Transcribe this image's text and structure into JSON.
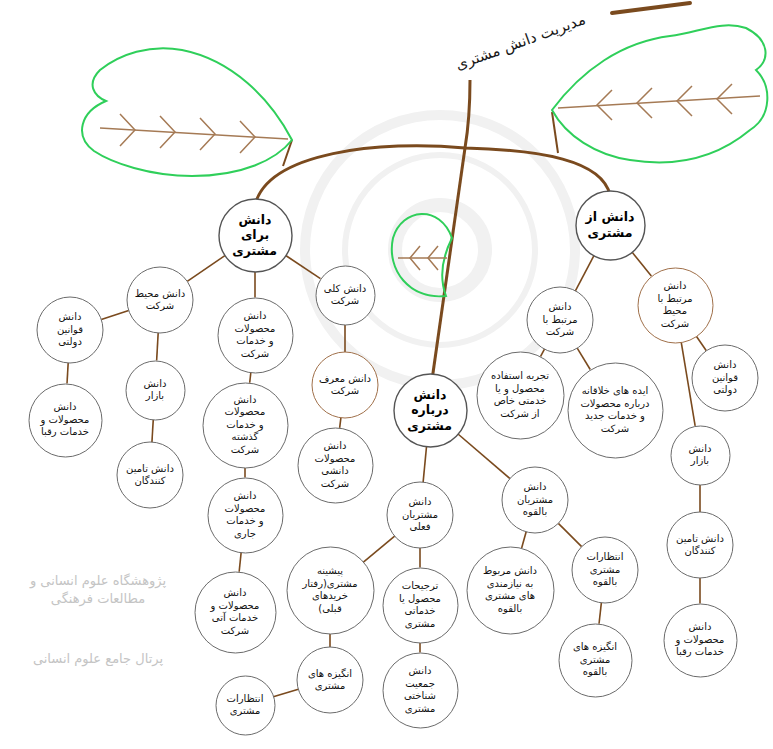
{
  "diagram": {
    "title": "مدیریت دانش مشتری",
    "nodes": [
      {
        "text": [
          "دانش برای مشتری"
        ]
      },
      {
        "text": [
          "دانش محیط شرکت"
        ]
      },
      {
        "text": [
          "دانش محصولات و خدمات شرکت"
        ]
      },
      {
        "text": [
          "دانش کلی شرکت"
        ]
      },
      {
        "text": [
          "دانش قوانین دولتی"
        ]
      },
      {
        "text": [
          "دانش بازار"
        ]
      },
      {
        "text": [
          "دانش محصولات و خدمات رقبا"
        ]
      },
      {
        "text": [
          "دانش تامین کنندگان"
        ]
      },
      {
        "text": [
          "دانش محصولات و خدمات گذشته شرکت"
        ]
      },
      {
        "text": [
          "دانش محصولات و خدمات جاری"
        ]
      },
      {
        "text": [
          "دانش محصولات و خدمات آتی شرکت"
        ]
      },
      {
        "text": [
          "دانش محصولات دانشی شرکت"
        ]
      },
      {
        "text": [
          "دانش معرف شرکت"
        ]
      },
      {
        "text": [
          "دانش درباره مشتری"
        ]
      },
      {
        "text": [
          "دانش مشتریان فعلی"
        ]
      },
      {
        "text": [
          "دانش مشتریان بالقوه"
        ]
      },
      {
        "text": [
          "پیشینه مشتری(رفتار خریدهای قبلی)"
        ]
      },
      {
        "text": [
          "ترجیحات محصول یا خدماتی مشتری"
        ]
      },
      {
        "text": [
          "دانش جمعیت شناختی مشتری"
        ]
      },
      {
        "text": [
          "انگیزه های مشتری"
        ]
      },
      {
        "text": [
          "انتظارات مشتری"
        ]
      },
      {
        "text": [
          "دانش مربوط به نیازمندی های مشتری بالقوه"
        ]
      },
      {
        "text": [
          "انتظارات مشتری بالقوه"
        ]
      },
      {
        "text": [
          "انگیزه های مشتری بالقوه"
        ]
      },
      {
        "text": [
          "دانش از مشتری"
        ]
      },
      {
        "text": [
          "دانش مرتبط با شرکت"
        ]
      },
      {
        "text": [
          "دانش مرتبط با محیط شرکت"
        ]
      },
      {
        "text": [
          "تجربه استفاده محصول و یا خدمتی خاص از شرکت"
        ]
      },
      {
        "text": [
          "ایده های خلاقانه درباره محصولات و خدمات جدید شرکت"
        ]
      },
      {
        "text": [
          "دانش قوانین دولتی"
        ]
      },
      {
        "text": [
          "دانش بازار"
        ]
      },
      {
        "text": [
          "دانش تامین کنندگان"
        ]
      },
      {
        "text": [
          "دانش محصولات و خدمات رقبا"
        ]
      }
    ],
    "edges": [
      {
        "from": 0,
        "to": 1,
        "arrow": "none"
      },
      {
        "from": 0,
        "to": 2,
        "arrow": "none"
      },
      {
        "from": 0,
        "to": 3,
        "arrow": "none"
      },
      {
        "from": 1,
        "to": 4,
        "arrow": "none"
      },
      {
        "from": 1,
        "to": 5,
        "arrow": "none"
      },
      {
        "from": 4,
        "to": 6,
        "arrow": "none"
      },
      {
        "from": 5,
        "to": 7,
        "arrow": "none"
      },
      {
        "from": 2,
        "to": 8,
        "arrow": "none"
      },
      {
        "from": 8,
        "to": 9,
        "arrow": "none"
      },
      {
        "from": 9,
        "to": 10,
        "arrow": "none"
      },
      {
        "from": 3,
        "to": 12,
        "arrow": "none"
      },
      {
        "from": 12,
        "to": 11,
        "arrow": "none"
      },
      {
        "from": 13,
        "to": 14,
        "arrow": "none"
      },
      {
        "from": 13,
        "to": 15,
        "arrow": "none"
      },
      {
        "from": 14,
        "to": 16,
        "arrow": "none"
      },
      {
        "from": 14,
        "to": 17,
        "arrow": "none"
      },
      {
        "from": 17,
        "to": 18,
        "arrow": "none"
      },
      {
        "from": 16,
        "to": 19,
        "arrow": "none"
      },
      {
        "from": 19,
        "to": 20,
        "arrow": "none"
      },
      {
        "from": 15,
        "to": 21,
        "arrow": "none"
      },
      {
        "from": 15,
        "to": 22,
        "arrow": "none"
      },
      {
        "from": 22,
        "to": 23,
        "arrow": "none"
      },
      {
        "from": 24,
        "to": 25,
        "arrow": "none"
      },
      {
        "from": 24,
        "to": 26,
        "arrow": "none"
      },
      {
        "from": 25,
        "to": 27,
        "arrow": "none"
      },
      {
        "from": 25,
        "to": 28,
        "arrow": "none"
      },
      {
        "from": 26,
        "to": 29,
        "arrow": "none"
      },
      {
        "from": 26,
        "to": 30,
        "arrow": "none"
      },
      {
        "from": 30,
        "to": 31,
        "arrow": "none"
      },
      {
        "from": 31,
        "to": 32,
        "arrow": "none"
      }
    ],
    "labels": [
      "پژوهشگاه علوم انسانی و مطالعات فرهنگی",
      "پرتال جامع علوم انسانی"
    ]
  }
}
